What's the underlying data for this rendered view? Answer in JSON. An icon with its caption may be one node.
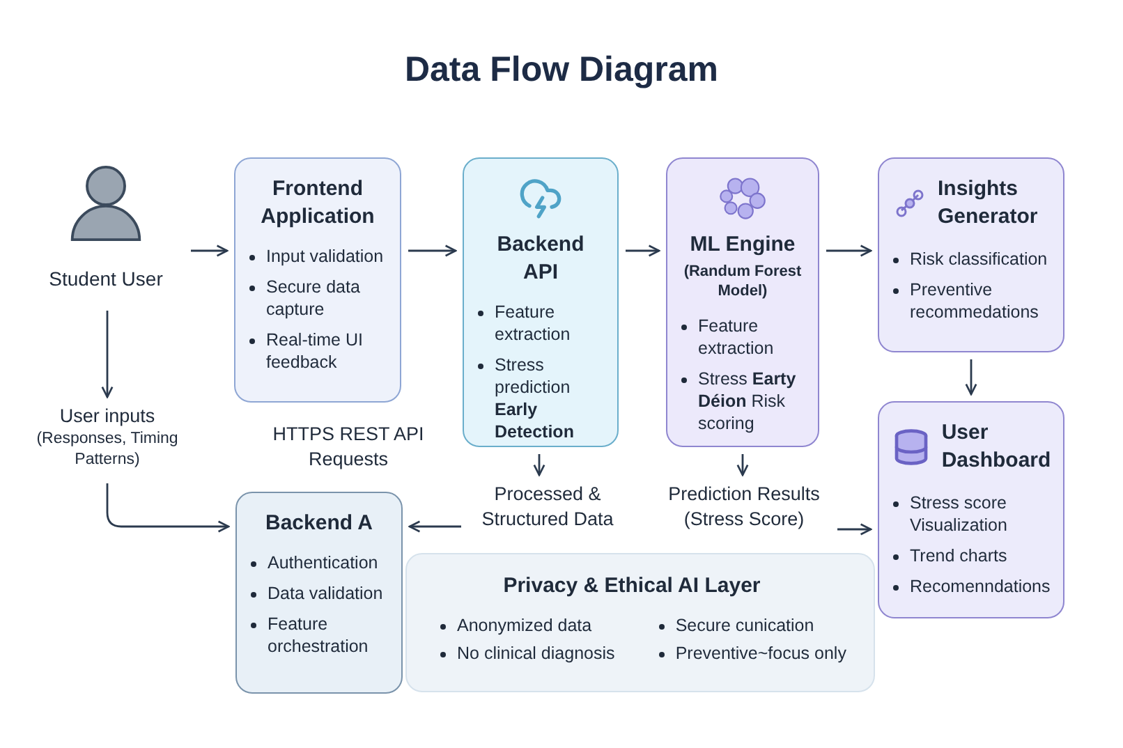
{
  "diagram": {
    "title": "Data Flow Diagram",
    "nodes": [
      {
        "text": [
          "Student User"
        ]
      },
      {
        "text": [
          "Frontend Application",
          "Input validation",
          "Secure data capture",
          "Real-time UI feedback"
        ]
      },
      {
        "text": [
          "Backend API",
          "Feature extraction",
          "Stress prediction **Early Detection**"
        ]
      },
      {
        "text": [
          "ML Engine",
          "(Randum Forest Model)",
          "Feature extraction",
          "Stress **Earty Déion** Risk scoring"
        ]
      },
      {
        "text": [
          "Insights Generator",
          "Risk classification",
          "Preventive recommedations"
        ]
      },
      {
        "text": [
          "User Dashboard",
          "Stress score Visualization",
          "Trend charts",
          "Recomenndations"
        ]
      },
      {
        "text": [
          "Backend A",
          "Authentication",
          "Data validation",
          "Feature orchestration"
        ]
      },
      {
        "text": [
          "Privacy & Ethical AI Layer",
          "Anonymized data",
          "No clinical diagnosis",
          "Secure cunication",
          "Preventive~focus only"
        ]
      },
      {
        "text": [
          "User inputs",
          "(Responses, Timing Patterns)"
        ]
      },
      {
        "text": [
          "Processed & Structured Data"
        ]
      },
      {
        "text": [
          "Prediction Results (Stress Score)"
        ]
      }
    ],
    "edges": [
      {
        "from": 0,
        "to": 1,
        "arrow": "to"
      },
      {
        "from": 1,
        "to": 2,
        "arrow": "to"
      },
      {
        "from": 2,
        "to": 3,
        "arrow": "to"
      },
      {
        "from": 3,
        "to": 4,
        "arrow": "to"
      },
      {
        "from": 4,
        "to": 5,
        "arrow": "to"
      },
      {
        "from": 0,
        "to": 8,
        "arrow": "to"
      },
      {
        "from": 8,
        "to": 6,
        "arrow": "to"
      },
      {
        "from": 2,
        "to": 9,
        "arrow": "to"
      },
      {
        "from": 9,
        "to": 6,
        "arrow": "to"
      },
      {
        "from": 3,
        "to": 10,
        "arrow": "to"
      },
      {
        "from": 10,
        "to": 5,
        "arrow": "to"
      }
    ],
    "labels": [
      "HTTPS REST API Requests"
    ]
  }
}
